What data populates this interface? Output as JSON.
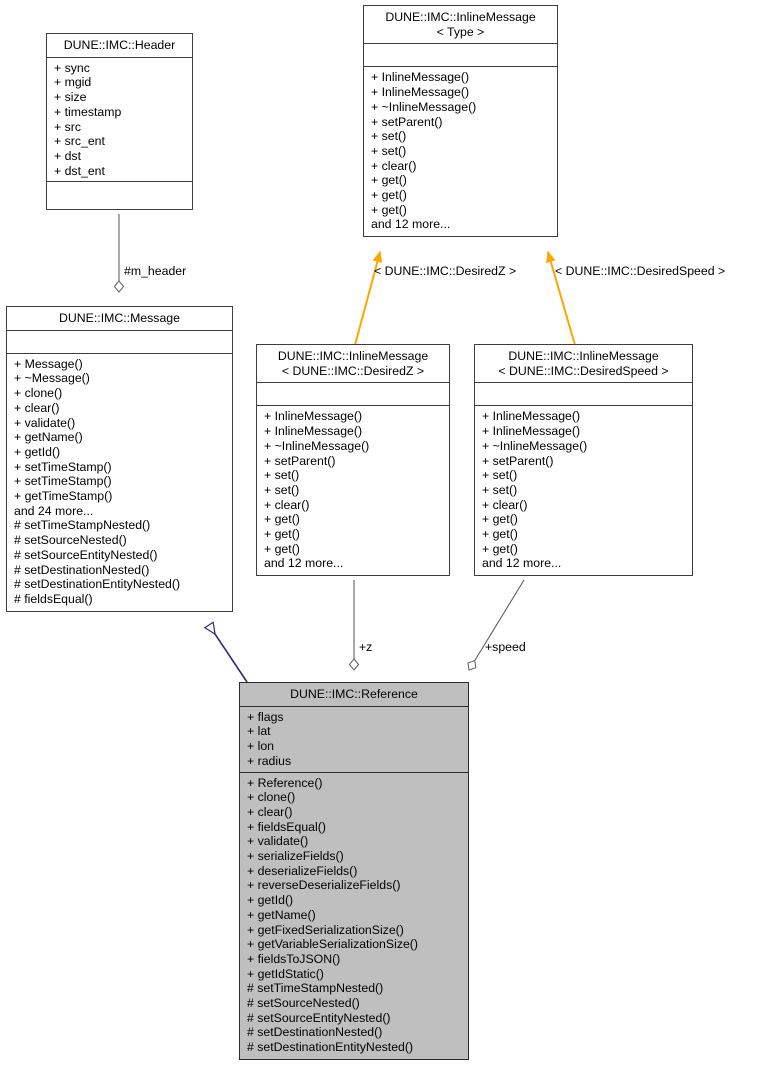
{
  "diagram": {
    "title": "DUNE::IMC::Reference class collaboration diagram",
    "type": "uml-class-diagram",
    "background": "#ffffff",
    "colors": {
      "box_border": "#3d3d3d",
      "box_fill": "#ffffff",
      "highlight_fill": "#bfbfbf",
      "inheritance_edge": "#2a2a7a",
      "template_edge": "#ffa500",
      "aggregation_edge": "#606060"
    }
  },
  "classes": {
    "header": {
      "name": "DUNE::IMC::Header",
      "attributes": [
        "+ sync",
        "+ mgid",
        "+ size",
        "+ timestamp",
        "+ src",
        "+ src_ent",
        "+ dst",
        "+ dst_ent"
      ],
      "operations": []
    },
    "inline_message_type": {
      "name": "DUNE::IMC::InlineMessage\n< Type >",
      "attributes": [],
      "operations": [
        "+ InlineMessage()",
        "+ InlineMessage()",
        "+ ~InlineMessage()",
        "+ setParent()",
        "+ set()",
        "+ set()",
        "+ clear()",
        "+ get()",
        "+ get()",
        "+ get()",
        "and 12 more..."
      ]
    },
    "message": {
      "name": "DUNE::IMC::Message",
      "attributes": [],
      "operations": [
        "+ Message()",
        "+ ~Message()",
        "+ clone()",
        "+ clear()",
        "+ validate()",
        "+ getName()",
        "+ getId()",
        "+ setTimeStamp()",
        "+ setTimeStamp()",
        "+ getTimeStamp()",
        "and 24 more...",
        "# setTimeStampNested()",
        "# setSourceNested()",
        "# setSourceEntityNested()",
        "# setDestinationNested()",
        "# setDestinationEntityNested()",
        "# fieldsEqual()"
      ]
    },
    "inline_message_desiredz": {
      "name": "DUNE::IMC::InlineMessage\n< DUNE::IMC::DesiredZ >",
      "attributes": [],
      "operations": [
        "+ InlineMessage()",
        "+ InlineMessage()",
        "+ ~InlineMessage()",
        "+ setParent()",
        "+ set()",
        "+ set()",
        "+ clear()",
        "+ get()",
        "+ get()",
        "+ get()",
        "and 12 more..."
      ]
    },
    "inline_message_desiredspeed": {
      "name": "DUNE::IMC::InlineMessage\n< DUNE::IMC::DesiredSpeed >",
      "attributes": [],
      "operations": [
        "+ InlineMessage()",
        "+ InlineMessage()",
        "+ ~InlineMessage()",
        "+ setParent()",
        "+ set()",
        "+ set()",
        "+ clear()",
        "+ get()",
        "+ get()",
        "+ get()",
        "and 12 more..."
      ]
    },
    "reference": {
      "name": "DUNE::IMC::Reference",
      "attributes": [
        "+ flags",
        "+ lat",
        "+ lon",
        "+ radius"
      ],
      "operations": [
        "+ Reference()",
        "+ clone()",
        "+ clear()",
        "+ fieldsEqual()",
        "+ validate()",
        "+ serializeFields()",
        "+ deserializeFields()",
        "+ reverseDeserializeFields()",
        "+ getId()",
        "+ getName()",
        "+ getFixedSerializationSize()",
        "+ getVariableSerializationSize()",
        "+ fieldsToJSON()",
        "+ getIdStatic()",
        "# setTimeStampNested()",
        "# setSourceNested()",
        "# setSourceEntityNested()",
        "# setDestinationNested()",
        "# setDestinationEntityNested()"
      ]
    }
  },
  "edges": {
    "m_header": {
      "label": "#m_header",
      "kind": "aggregation"
    },
    "desiredz_template": {
      "label": "< DUNE::IMC::DesiredZ >",
      "kind": "template-instantiation"
    },
    "desiredspeed_template": {
      "label": "< DUNE::IMC::DesiredSpeed >",
      "kind": "template-instantiation"
    },
    "z": {
      "label": "+z",
      "kind": "aggregation"
    },
    "speed": {
      "label": "+speed",
      "kind": "aggregation"
    },
    "message_inheritance": {
      "label": "",
      "kind": "inheritance"
    }
  }
}
